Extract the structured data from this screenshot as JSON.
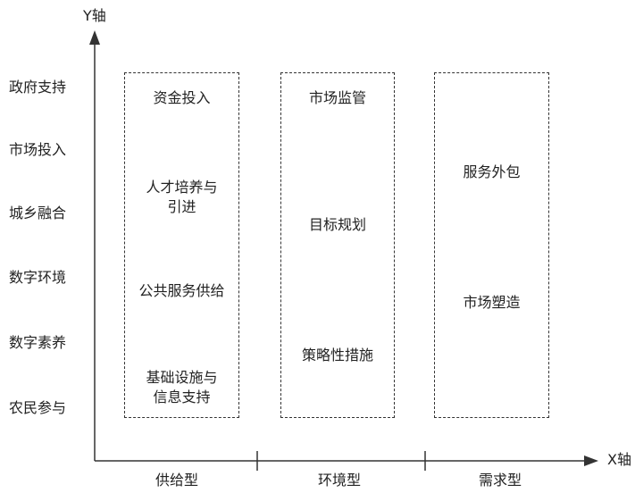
{
  "axes": {
    "y_title": "Y轴",
    "x_title": "X轴"
  },
  "y_labels": [
    "政府支持",
    "市场投入",
    "城乡融合",
    "数字环境",
    "数字素养",
    "农民参与"
  ],
  "x_categories": [
    "供给型",
    "环境型",
    "需求型"
  ],
  "groups": [
    {
      "items": [
        [
          "资金投入"
        ],
        [
          "人才培养与",
          "引进"
        ],
        [
          "公共服务供给"
        ],
        [
          "基础设施与",
          "信息支持"
        ]
      ]
    },
    {
      "items": [
        [
          "市场监管"
        ],
        [
          "目标规划"
        ],
        [
          "策略性措施"
        ]
      ]
    },
    {
      "items": [
        [
          "服务外包"
        ],
        [
          "市场塑造"
        ]
      ]
    }
  ],
  "colors": {
    "line": "#333333",
    "text": "#222222"
  }
}
